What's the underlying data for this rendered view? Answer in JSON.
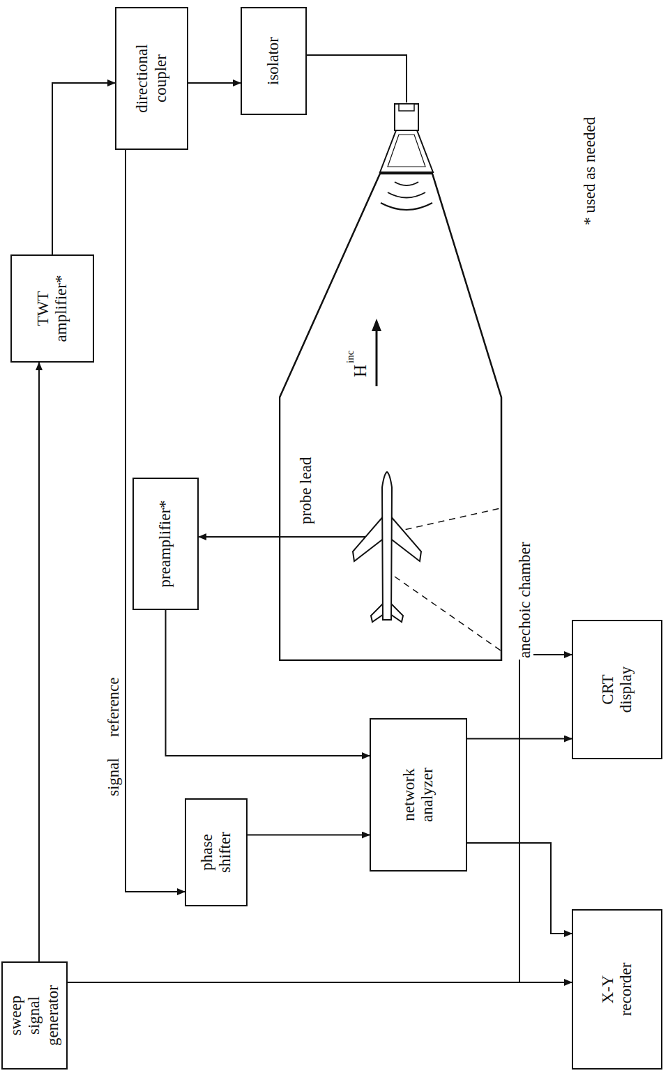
{
  "diagram": {
    "nodes": [
      {
        "text": [
          "sweep signal generator"
        ]
      },
      {
        "text": [
          "TWT amplifier*"
        ]
      },
      {
        "text": [
          "directional coupler"
        ]
      },
      {
        "text": [
          "isolator"
        ]
      },
      {
        "text": [
          "preamplifier*"
        ]
      },
      {
        "text": [
          "anechoic chamber"
        ]
      },
      {
        "text": [
          "phase shifter"
        ]
      },
      {
        "text": [
          "network analyzer"
        ]
      },
      {
        "text": [
          "CRT display"
        ]
      },
      {
        "text": [
          "X-Y recorder"
        ]
      }
    ],
    "edges": [
      {
        "from": 0,
        "to": 1,
        "arrow": "to"
      },
      {
        "from": 1,
        "to": 2,
        "arrow": "to"
      },
      {
        "from": 2,
        "to": 3,
        "arrow": "to"
      },
      {
        "from": 2,
        "to": 6,
        "label": "reference",
        "arrow": "to"
      },
      {
        "from": 5,
        "to": 4,
        "label": "probe lead",
        "arrow": "to"
      },
      {
        "from": 4,
        "to": 7,
        "label": "signal",
        "arrow": "to"
      },
      {
        "from": 6,
        "to": 7,
        "arrow": "to"
      },
      {
        "from": 7,
        "to": 8,
        "arrow": "to"
      },
      {
        "from": 7,
        "to": 9,
        "arrow": "to"
      },
      {
        "from": 0,
        "to": 8,
        "arrow": "to"
      },
      {
        "from": 0,
        "to": 9,
        "arrow": "to"
      }
    ],
    "labels": [
      "H",
      "inc",
      "* used as needed"
    ]
  }
}
